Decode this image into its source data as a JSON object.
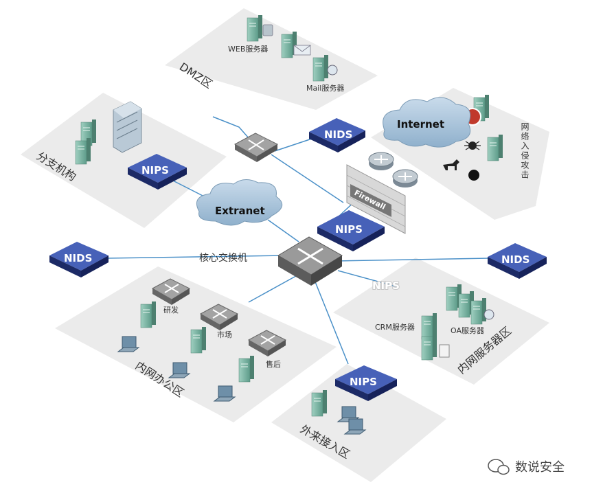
{
  "zones": {
    "dmz": "DMZ区",
    "branch": "分支机构",
    "intrusion": "网络入侵攻击",
    "office": "内网办公区",
    "server": "内网服务器区",
    "guest": "外来接入区"
  },
  "clouds": {
    "internet": "Internet",
    "extranet": "Extranet"
  },
  "devices": {
    "nids_label": "NIDS",
    "nips_label": "NIPS",
    "firewall_label": "Firewall",
    "core_switch": "核心交换机"
  },
  "servers": {
    "web": "WEB服务器",
    "mail": "Mail服务器",
    "crm": "CRM服务器",
    "oa": "OA服务器"
  },
  "office_switches": {
    "rd": "研发",
    "market": "市场",
    "aftersales": "售后"
  },
  "watermark": "数说安全",
  "colors": {
    "device_blue": "#2b3f8e",
    "zone_gray": "#ebebeb",
    "link_blue": "#4a90c8"
  }
}
